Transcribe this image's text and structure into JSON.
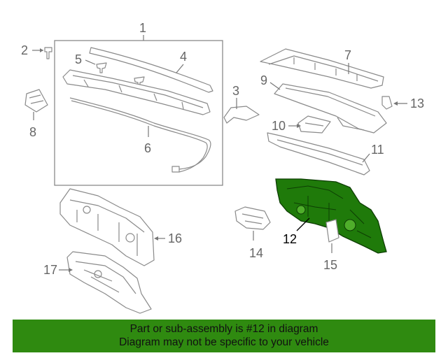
{
  "callouts": {
    "c1": "1",
    "c2": "2",
    "c3": "3",
    "c4": "4",
    "c5": "5",
    "c6": "6",
    "c7": "7",
    "c8": "8",
    "c9": "9",
    "c10": "10",
    "c11": "11",
    "c12": "12",
    "c13": "13",
    "c14": "14",
    "c15": "15",
    "c16": "16",
    "c17": "17"
  },
  "highlight": {
    "part": "12",
    "color": "#1f7a0a"
  },
  "banner": {
    "line1": "Part or sub-assembly is #12 in diagram",
    "line2": "Diagram may not be specific to your vehicle",
    "color": "#2f8a10"
  }
}
